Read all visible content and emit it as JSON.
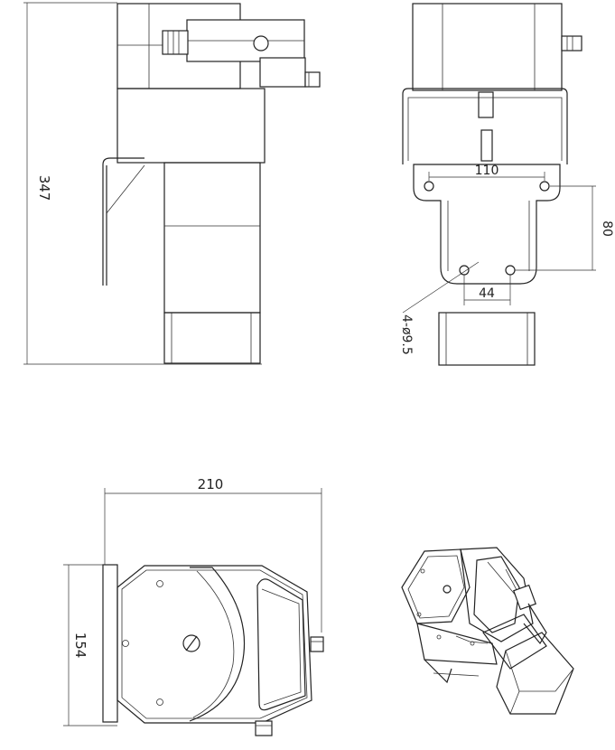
{
  "dimensions": {
    "height": "347",
    "hole_spacing_wide": "110",
    "hole_spacing_vertical": "80",
    "hole_spacing_narrow": "44",
    "hole_callout": "4-ø9.5",
    "depth": "210",
    "width": "154"
  },
  "colors": {
    "line": "#222222",
    "background": "#ffffff"
  }
}
